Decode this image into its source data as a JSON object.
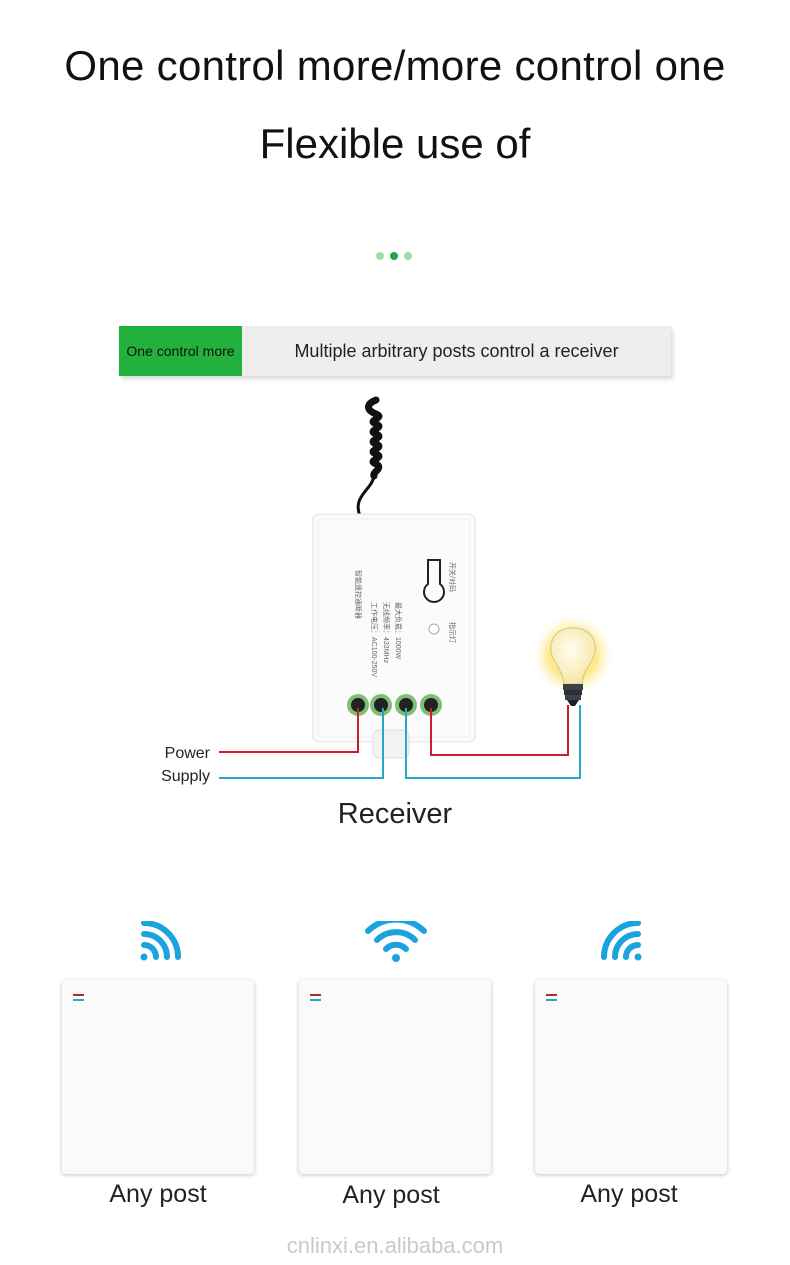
{
  "header": {
    "title_line1": "One control more/more control one",
    "title_line2": "Flexible use of"
  },
  "pager": {
    "count": 3,
    "active_index": 1,
    "active_color": "#22a64a",
    "inactive_color": "#9ddda9"
  },
  "banner": {
    "tag": "One control more",
    "text": "Multiple arbitrary posts control a receiver",
    "tag_color": "#22b13c"
  },
  "diagram": {
    "power_label_line1": "Power",
    "power_label_line2": "Supply",
    "receiver_label": "Receiver",
    "live_wire_color": "#c8202c",
    "neutral_wire_color": "#27a6c8",
    "receiver_specs": [
      "智能遥控通断器",
      "工作电压：AC100-250V",
      "无线频率：433MHz",
      "最大负载：1000W",
      "开关/对码",
      "指示灯"
    ]
  },
  "posts": [
    {
      "label": "Any post",
      "icon": "wifi-signal-icon"
    },
    {
      "label": "Any post",
      "icon": "wifi-signal-icon"
    },
    {
      "label": "Any post",
      "icon": "wifi-signal-icon"
    }
  ],
  "watermark": "cnlinxi.en.alibaba.com"
}
